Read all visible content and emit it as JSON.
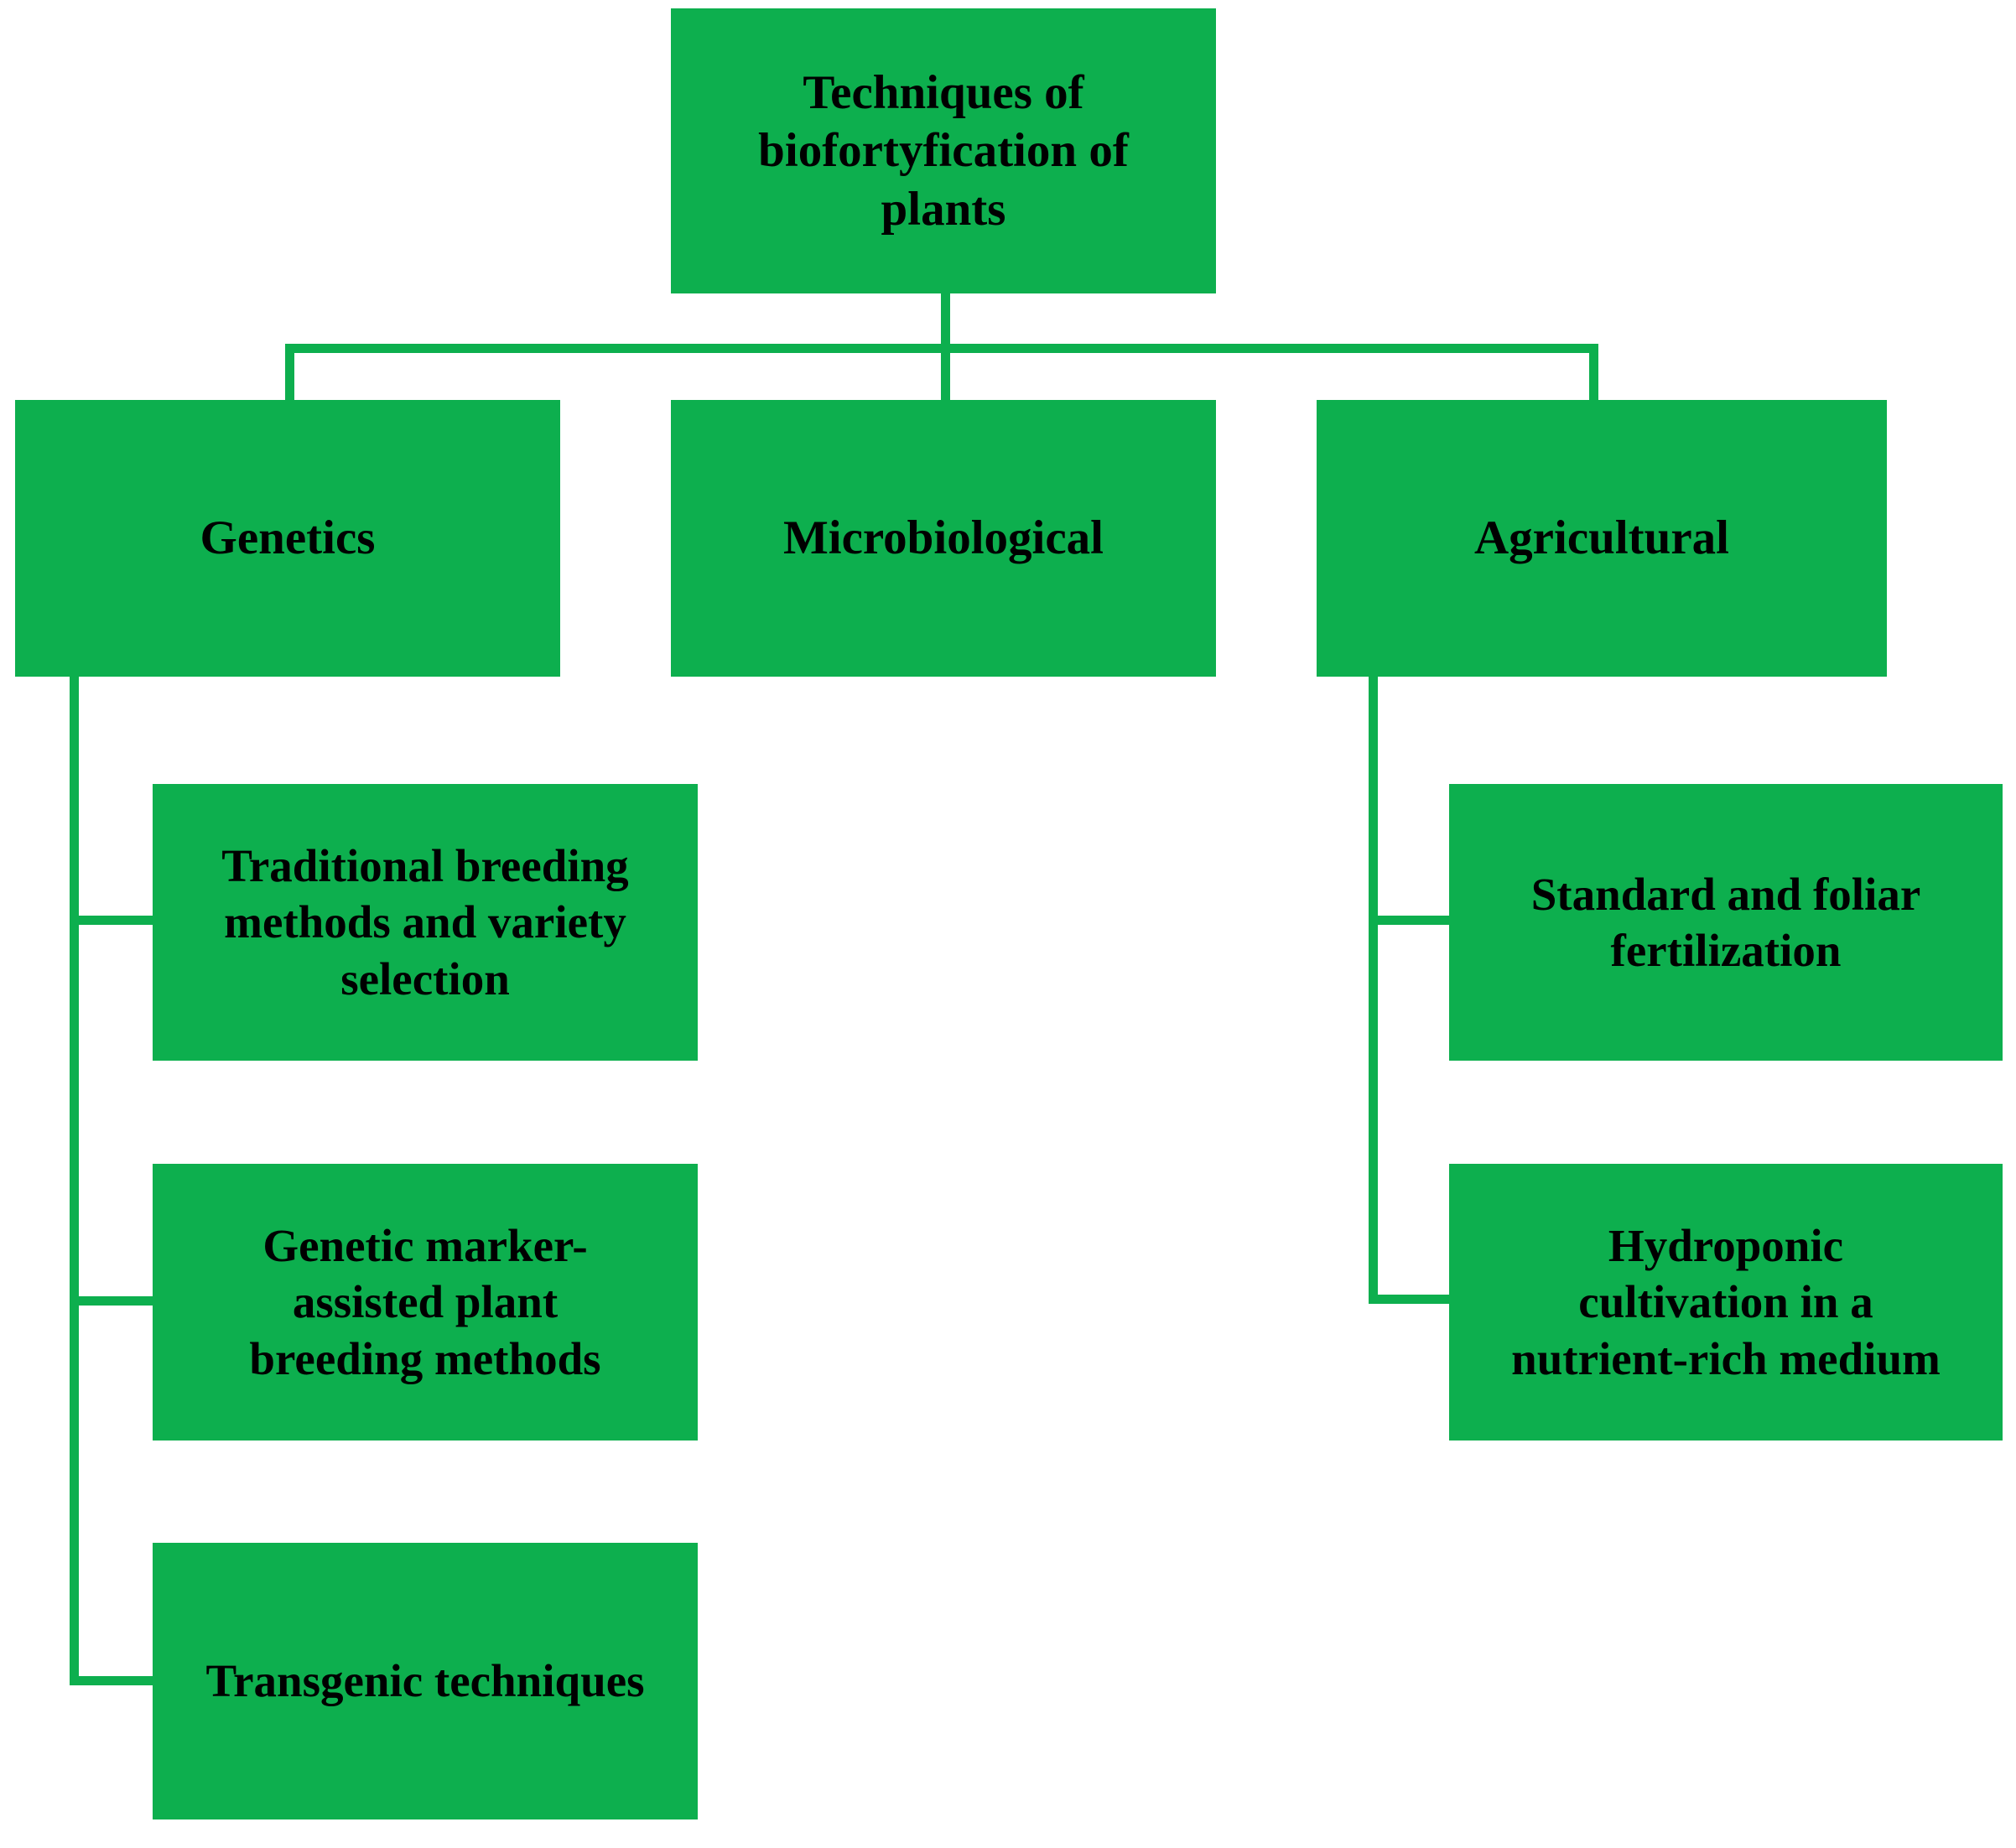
{
  "diagram": {
    "title": "Techniques of biofortyfication of plants",
    "type": "hierarchy-flowchart",
    "colors": {
      "node_fill": "#0DAF4E",
      "connector": "#0DAF4E",
      "text": "#000000",
      "background": "#FFFFFF"
    },
    "root": {
      "label": "Techniques of\nbiofortyfication of\nplants"
    },
    "branches": [
      {
        "label": "Genetics",
        "children": [
          {
            "label": "Traditional breeding\nmethods and variety\nselection"
          },
          {
            "label": "Genetic marker-\nassisted plant\nbreeding methods"
          },
          {
            "label": "Transgenic techniques"
          }
        ]
      },
      {
        "label": "Microbiological",
        "children": []
      },
      {
        "label": "Agricultural",
        "children": [
          {
            "label": "Standard and foliar\nfertilization"
          },
          {
            "label": "Hydroponic\ncultivation in a\nnutrient-rich medium"
          }
        ]
      }
    ]
  }
}
